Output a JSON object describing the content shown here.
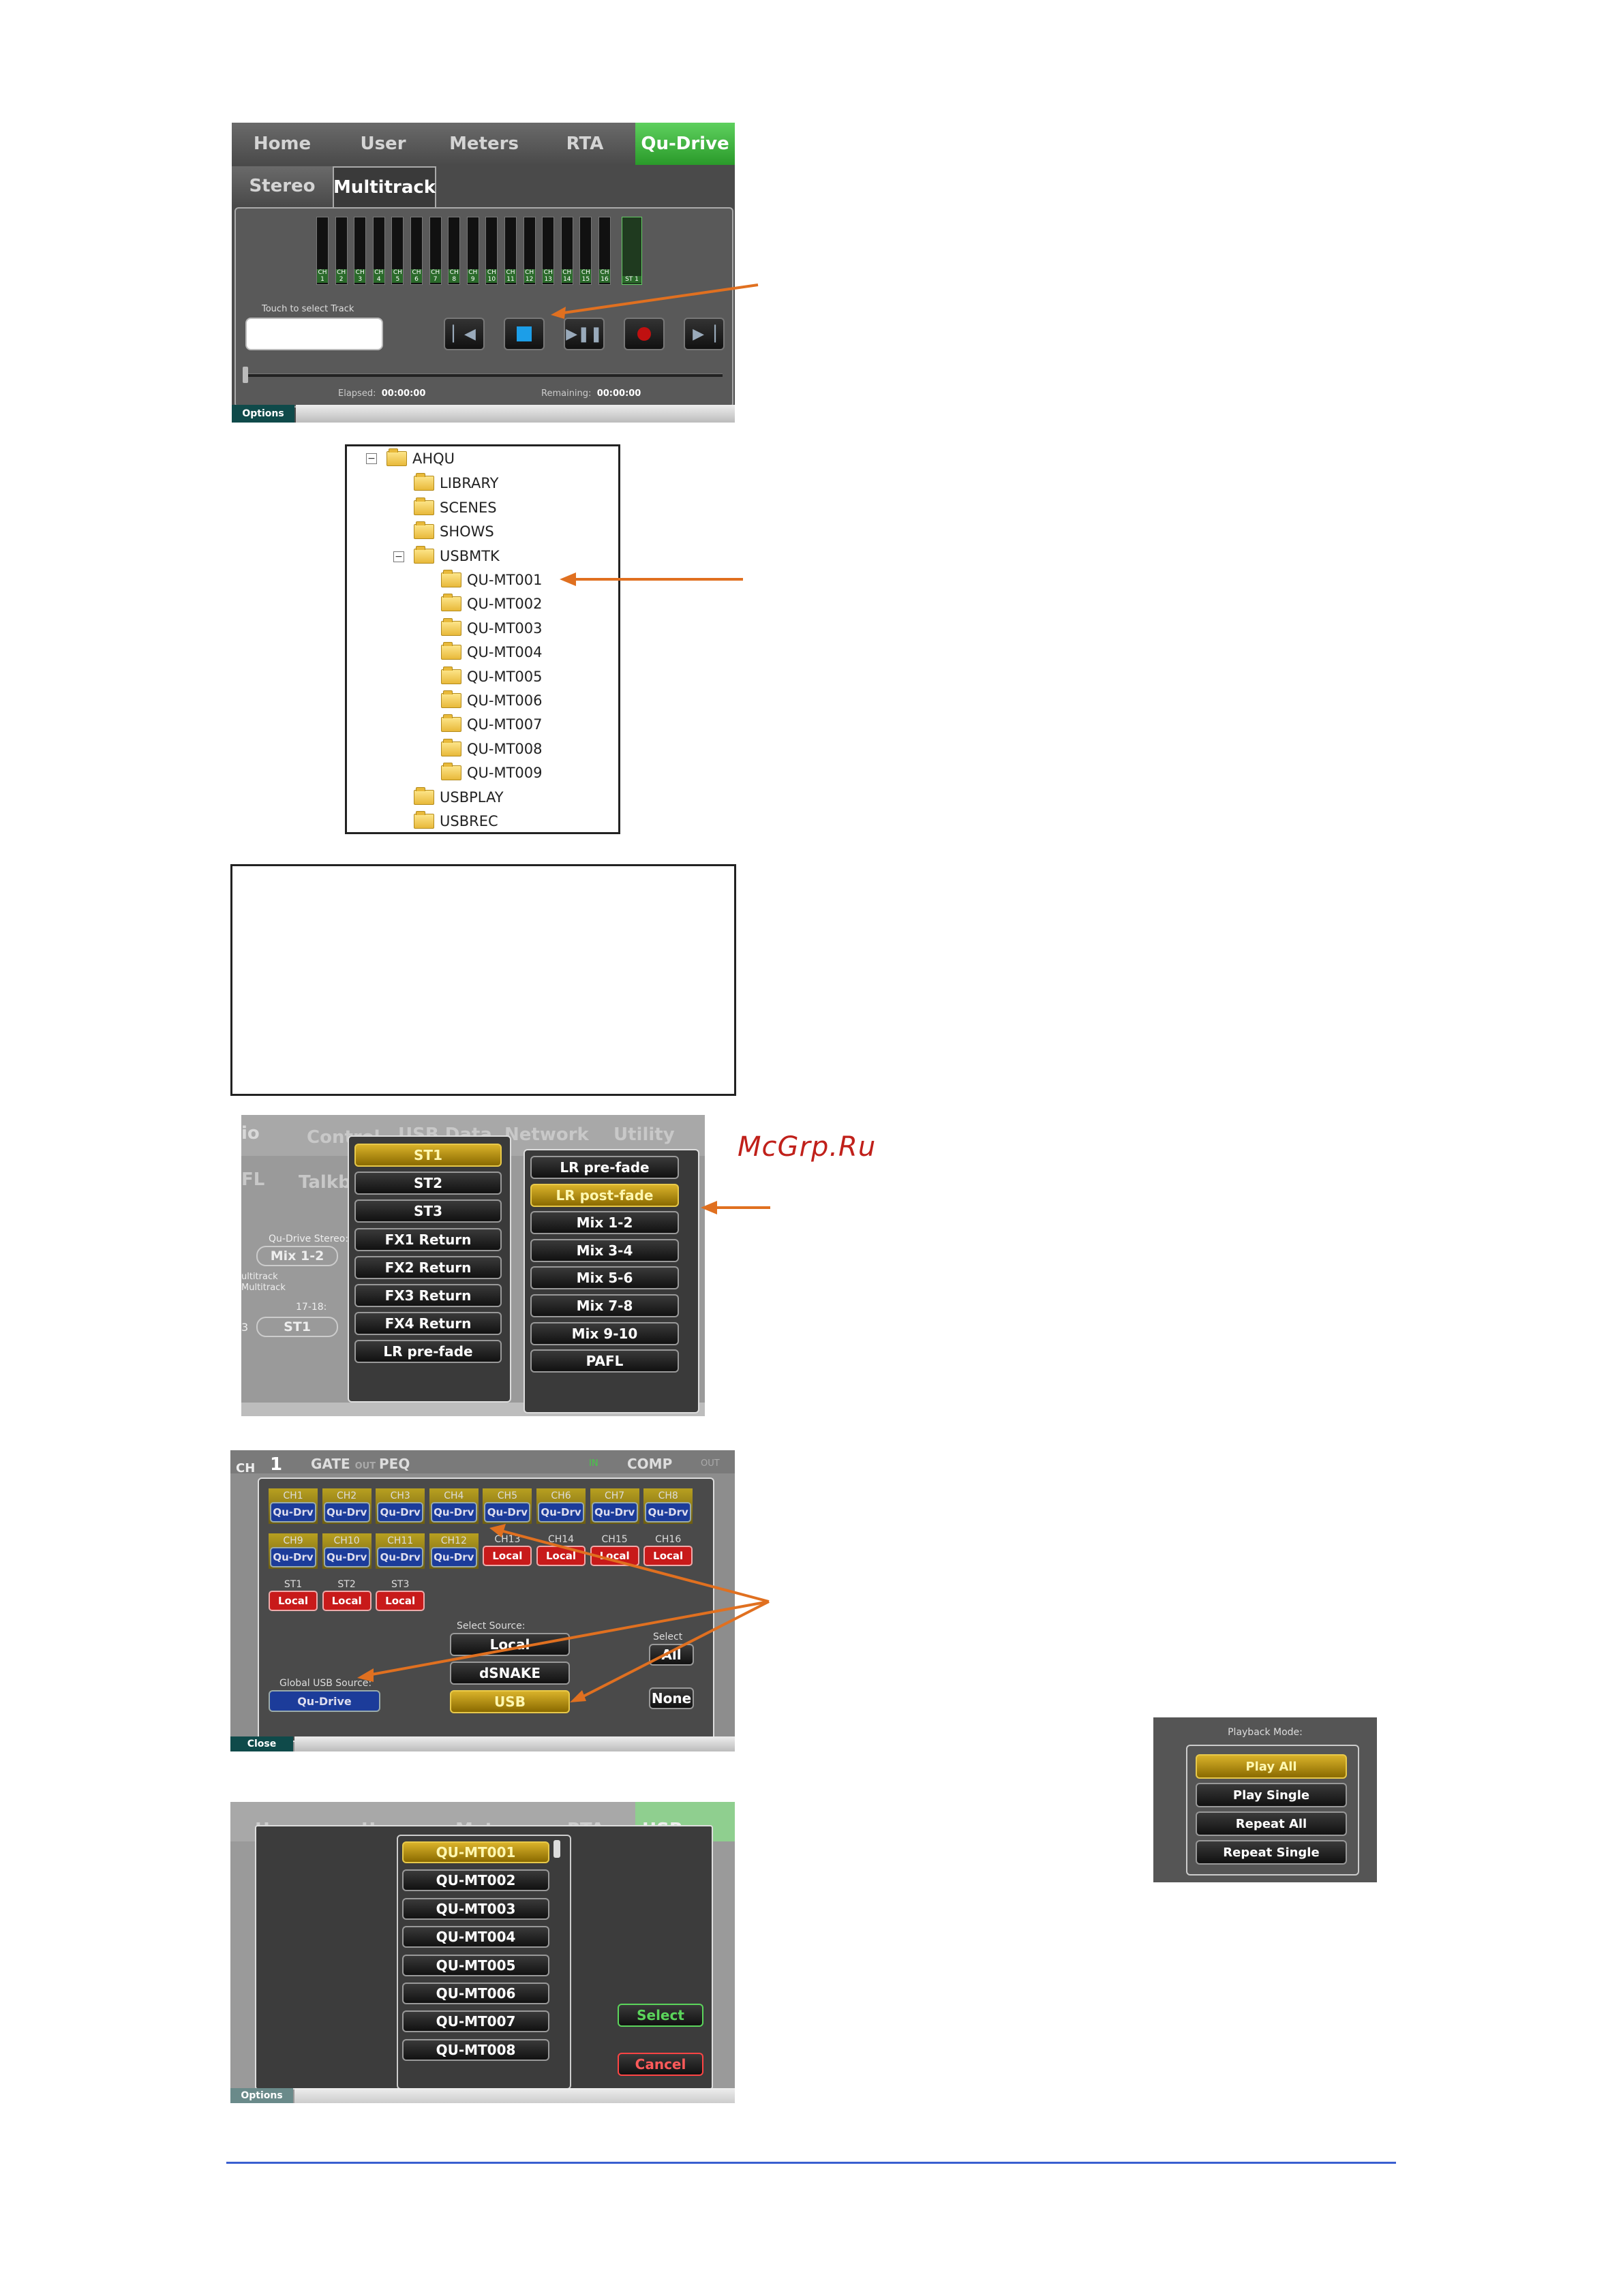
{
  "multitrack": {
    "tabs": [
      "Home",
      "User",
      "Meters",
      "RTA",
      "Qu-Drive"
    ],
    "subtabs": [
      "Stereo",
      "Multitrack"
    ],
    "channels": [
      "CH 1",
      "CH 2",
      "CH 3",
      "CH 4",
      "CH 5",
      "CH 6",
      "CH 7",
      "CH 8",
      "CH 9",
      "CH 10",
      "CH 11",
      "CH 12",
      "CH 13",
      "CH 14",
      "CH 15",
      "CH 16"
    ],
    "st_label": "ST 1",
    "touch_label": "Touch to select Track",
    "elapsed_label": "Elapsed:",
    "elapsed_value": "00:00:00",
    "remaining_label": "Remaining:",
    "remaining_value": "00:00:00",
    "options_label": "Options"
  },
  "tree": {
    "root": "AHQU",
    "items": [
      "LIBRARY",
      "SCENES",
      "SHOWS",
      "USBMTK"
    ],
    "tracks": [
      "QU-MT001",
      "QU-MT002",
      "QU-MT003",
      "QU-MT004",
      "QU-MT005",
      "QU-MT006",
      "QU-MT007",
      "QU-MT008",
      "QU-MT009"
    ],
    "tail": [
      "USBPLAY",
      "USBREC"
    ]
  },
  "routing": {
    "bg_tabs": [
      "io",
      "Control",
      "USB Data",
      "Network",
      "Utility"
    ],
    "bg_left_labels": [
      "FL",
      "Talkba"
    ],
    "bg_stereo_label": "Qu-Drive Stereo:",
    "bg_stereo_value": "Mix 1-2",
    "bg_multitrack_1": "ultitrack",
    "bg_multitrack_2": "Multitrack",
    "bg_range_label": "17-18:",
    "bg_range_value": "ST1",
    "bg_b": "3",
    "list_a": [
      "ST1",
      "ST2",
      "ST3",
      "FX1 Return",
      "FX2 Return",
      "FX3 Return",
      "FX4 Return",
      "LR pre-fade"
    ],
    "list_b": [
      "LR pre-fade",
      "LR post-fade",
      "Mix 1-2",
      "Mix 3-4",
      "Mix 5-6",
      "Mix 7-8",
      "Mix 9-10",
      "PAFL"
    ]
  },
  "watermark": "McGrp.Ru",
  "source": {
    "header": {
      "ch_label": "CH",
      "ch_num": "1",
      "gate": "GATE",
      "gate_state": "OUT",
      "peq": "PEQ",
      "peq_state": "IN",
      "comp": "COMP",
      "comp_state": "OUT"
    },
    "row1": [
      [
        "CH1",
        "Qu-Drv"
      ],
      [
        "CH2",
        "Qu-Drv"
      ],
      [
        "CH3",
        "Qu-Drv"
      ],
      [
        "CH4",
        "Qu-Drv"
      ],
      [
        "CH5",
        "Qu-Drv"
      ],
      [
        "CH6",
        "Qu-Drv"
      ],
      [
        "CH7",
        "Qu-Drv"
      ],
      [
        "CH8",
        "Qu-Drv"
      ]
    ],
    "row2": [
      [
        "CH9",
        "Qu-Drv"
      ],
      [
        "CH10",
        "Qu-Drv"
      ],
      [
        "CH11",
        "Qu-Drv"
      ],
      [
        "CH12",
        "Qu-Drv"
      ],
      [
        "CH13",
        "Local"
      ],
      [
        "CH14",
        "Local"
      ],
      [
        "CH15",
        "Local"
      ],
      [
        "CH16",
        "Local"
      ]
    ],
    "row3": [
      [
        "ST1",
        "Local"
      ],
      [
        "ST2",
        "Local"
      ],
      [
        "ST3",
        "Local"
      ]
    ],
    "select_source": "Select Source:",
    "options": [
      "Local",
      "dSNAKE",
      "USB"
    ],
    "select_label": "Select",
    "all": "All",
    "none": "None",
    "global_label": "Global USB Source:",
    "global_value": "Qu-Drive",
    "close": "Close"
  },
  "playback": {
    "title": "Playback Mode:",
    "modes": [
      "Play All",
      "Play Single",
      "Repeat All",
      "Repeat Single"
    ]
  },
  "tracklist": {
    "bg_tabs": [
      "Home",
      "User",
      "Meters",
      "RTA",
      "USB Audio"
    ],
    "items": [
      "QU-MT001",
      "QU-MT002",
      "QU-MT003",
      "QU-MT004",
      "QU-MT005",
      "QU-MT006",
      "QU-MT007",
      "QU-MT008"
    ],
    "select": "Select",
    "cancel": "Cancel",
    "options": "Options"
  },
  "colors": {
    "accent_orange": "#e07020",
    "qu_green": "#3cb43c",
    "gold": "#c8a020",
    "footer_line": "#3a5fd0"
  }
}
